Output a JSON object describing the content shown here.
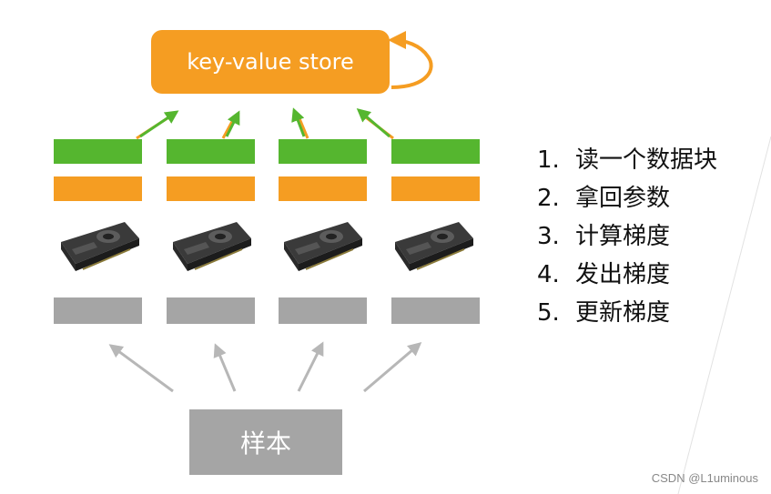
{
  "store": {
    "label": "key-value store"
  },
  "sample": {
    "label": "样本"
  },
  "steps": [
    {
      "number": "1.",
      "text": "读一个数据块"
    },
    {
      "number": "2.",
      "text": "拿回参数"
    },
    {
      "number": "3.",
      "text": "计算梯度"
    },
    {
      "number": "4.",
      "text": "发出梯度"
    },
    {
      "number": "5.",
      "text": "更新梯度"
    }
  ],
  "watermark": "CSDN @L1uminous",
  "colors": {
    "orange": "#f59d22",
    "green": "#55b62f",
    "gray": "#a5a5a5",
    "arrow_gray": "#b7b7b7"
  },
  "workers": [
    {
      "index": 1,
      "icon": "gpu-icon"
    },
    {
      "index": 2,
      "icon": "gpu-icon"
    },
    {
      "index": 3,
      "icon": "gpu-icon"
    },
    {
      "index": 4,
      "icon": "gpu-icon"
    }
  ]
}
